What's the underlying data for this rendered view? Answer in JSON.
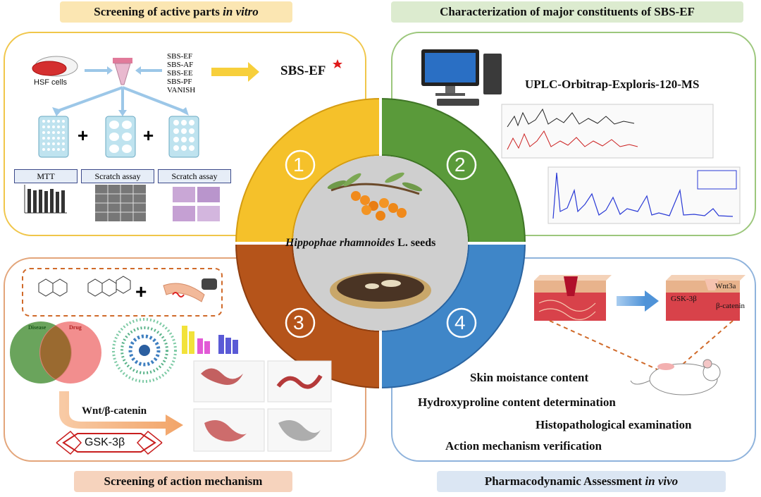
{
  "panels": {
    "top_left_title": {
      "text": "Screening of active parts ",
      "italic": "in vitro"
    },
    "top_right_title": "Characterization of major constituents of SBS-EF",
    "bottom_left_title": "Screening of action mechanism",
    "bottom_right_title": {
      "text": "Pharmacodynamic Assessment ",
      "italic": "in vivo"
    }
  },
  "in_vitro": {
    "cells_label": "HSF cells",
    "fractions": [
      "SBS-EF",
      "SBS-AF",
      "SBS-EE",
      "SBS-PF",
      "VANISH"
    ],
    "selected": "SBS-EF",
    "assays": [
      "MTT",
      "Scratch assay",
      "Scratch assay"
    ]
  },
  "characterization": {
    "instrument": "UPLC-Orbitrap-Exploris-120-MS"
  },
  "center": {
    "species": "Hippophae rhamnoides",
    "suffix": " L. seeds",
    "quadrant_numbers": [
      "1",
      "2",
      "3",
      "4"
    ]
  },
  "mechanism": {
    "venn_left": "Disease",
    "venn_right": "Drug",
    "pathway": "Wnt/β-catenin",
    "target": "GSK-3β"
  },
  "in_vivo": {
    "markers": [
      "Wnt3a",
      "GSK-3β",
      "β-catenin"
    ],
    "assessments": [
      "Skin moistance content",
      "Hydroxyproline content determination",
      "Histopathological examination",
      "Action mechanism verification"
    ]
  },
  "colors": {
    "q1": "#f5c12a",
    "q2": "#5a9a3a",
    "q3": "#b5541a",
    "q4": "#3f86c8",
    "banner1": "#fbe6b2",
    "banner2": "#dcebcf",
    "banner3": "#f6d3bd",
    "banner4": "#dbe6f3"
  }
}
